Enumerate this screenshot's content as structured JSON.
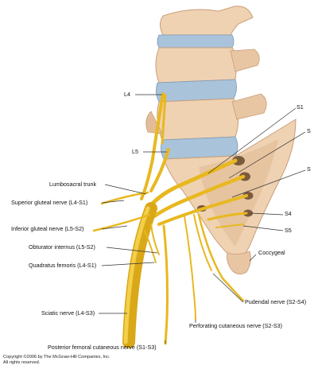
{
  "labels": {
    "l4": "L4",
    "l5": "L5",
    "s1": "S1",
    "s2": "S",
    "s3": "S",
    "s4": "S4",
    "s5": "S5",
    "coccygeal": "Coccygeal",
    "lumbosacral_trunk": "Lumbosacral trunk",
    "superior_gluteal": "Superior gluteal nerve (L4-S1)",
    "inferior_gluteal": "Inferior gluteal nerve (L5-S2)",
    "obturator_internus": "Obturator internus (L5-S2)",
    "quadratus_femoris": "Quadratus femoris (L4-S1)",
    "sciatic": "Sciatic nerve (L4-S3)",
    "posterior_femoral": "Posterior femoral cutaneous nerve (S1-S3)",
    "perforating_cutaneous": "Perforating cutaneous nerve (S2-S3)",
    "pudendal": "Pudendal nerve (S2-S4)"
  },
  "copyright": {
    "line1": "Copyright ©2006 by The McGraw-Hill Companies, Inc.",
    "line2": "All rights reserved."
  },
  "colors": {
    "bone": "#efd2b2",
    "bone_shadow": "#c99d78",
    "disc": "#a9c3da",
    "nerve": "#e8b820",
    "nerve_dark": "#b5860d",
    "foramen": "#7a5a3c",
    "leader": "#333333"
  }
}
